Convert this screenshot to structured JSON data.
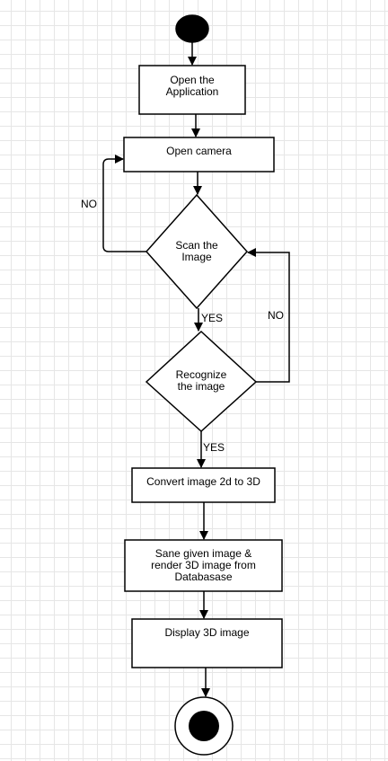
{
  "flowchart": {
    "nodes": {
      "open_app": "Open the\nApplication",
      "open_camera": "Open camera",
      "scan": "Scan the\nImage",
      "recognize": "Recognize\nthe image",
      "convert": "Convert image 2d to 3D",
      "save_render": "Sane given image &\nrender 3D image from\nDatabasase",
      "display": "Display 3D image"
    },
    "edge_labels": {
      "scan_no": "NO",
      "scan_yes": "YES",
      "recognize_no": "NO",
      "recognize_yes": "YES"
    }
  }
}
